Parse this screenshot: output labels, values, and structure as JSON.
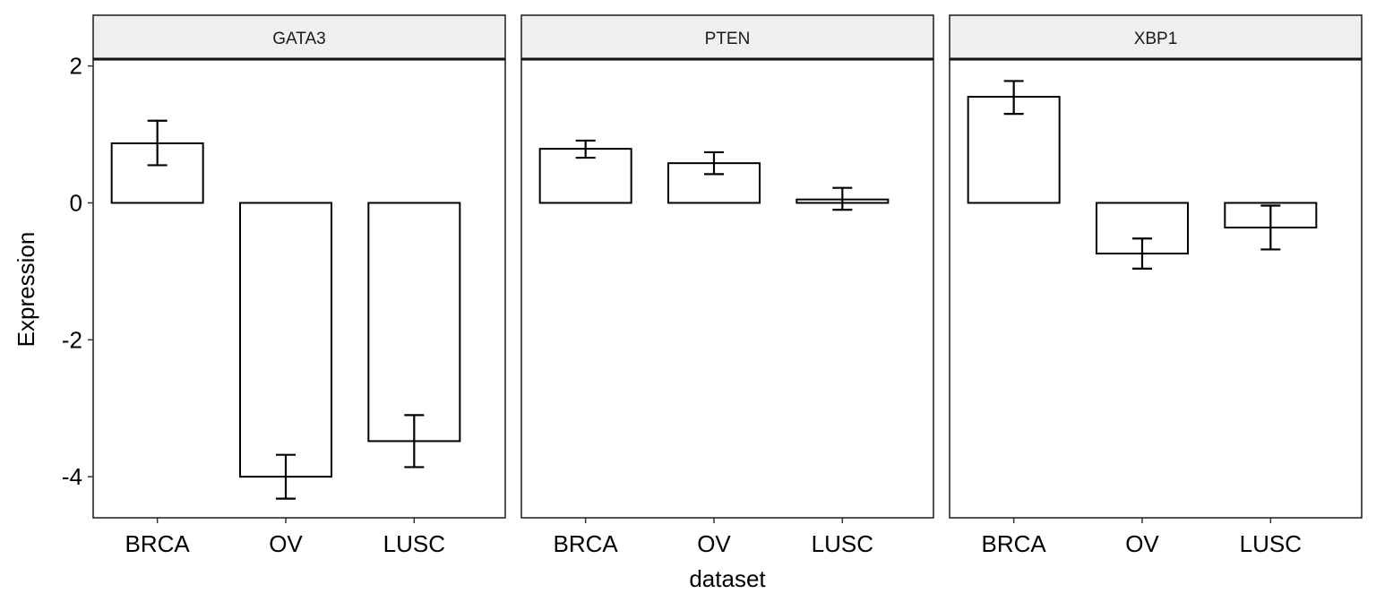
{
  "chart_data": {
    "type": "bar",
    "facets": [
      {
        "title": "GATA3",
        "categories": [
          "BRCA",
          "OV",
          "LUSC"
        ],
        "values": [
          0.87,
          -4.0,
          -3.48
        ],
        "errors": [
          {
            "low": 0.55,
            "high": 1.2
          },
          {
            "low": -4.32,
            "high": -3.68
          },
          {
            "low": -3.86,
            "high": -3.1
          }
        ]
      },
      {
        "title": "PTEN",
        "categories": [
          "BRCA",
          "OV",
          "LUSC"
        ],
        "values": [
          0.79,
          0.58,
          0.05
        ],
        "errors": [
          {
            "low": 0.66,
            "high": 0.91
          },
          {
            "low": 0.42,
            "high": 0.74
          },
          {
            "low": -0.1,
            "high": 0.22
          }
        ]
      },
      {
        "title": "XBP1",
        "categories": [
          "BRCA",
          "OV",
          "LUSC"
        ],
        "values": [
          1.55,
          -0.74,
          -0.36
        ],
        "errors": [
          {
            "low": 1.3,
            "high": 1.78
          },
          {
            "low": -0.96,
            "high": -0.52
          },
          {
            "low": -0.68,
            "high": -0.04
          }
        ]
      }
    ],
    "xlabel": "dataset",
    "ylabel": "Expression",
    "yticks": [
      2,
      0,
      -2,
      -4
    ],
    "ytick_labels": [
      "2",
      "0",
      "-2",
      "-4"
    ],
    "ylim": [
      -4.6,
      2.1
    ],
    "grid": false,
    "legend": "none",
    "colors": {
      "bar_fill": "#ffffff",
      "bar_stroke": "#000000",
      "strip_fill": "#efefef"
    }
  }
}
